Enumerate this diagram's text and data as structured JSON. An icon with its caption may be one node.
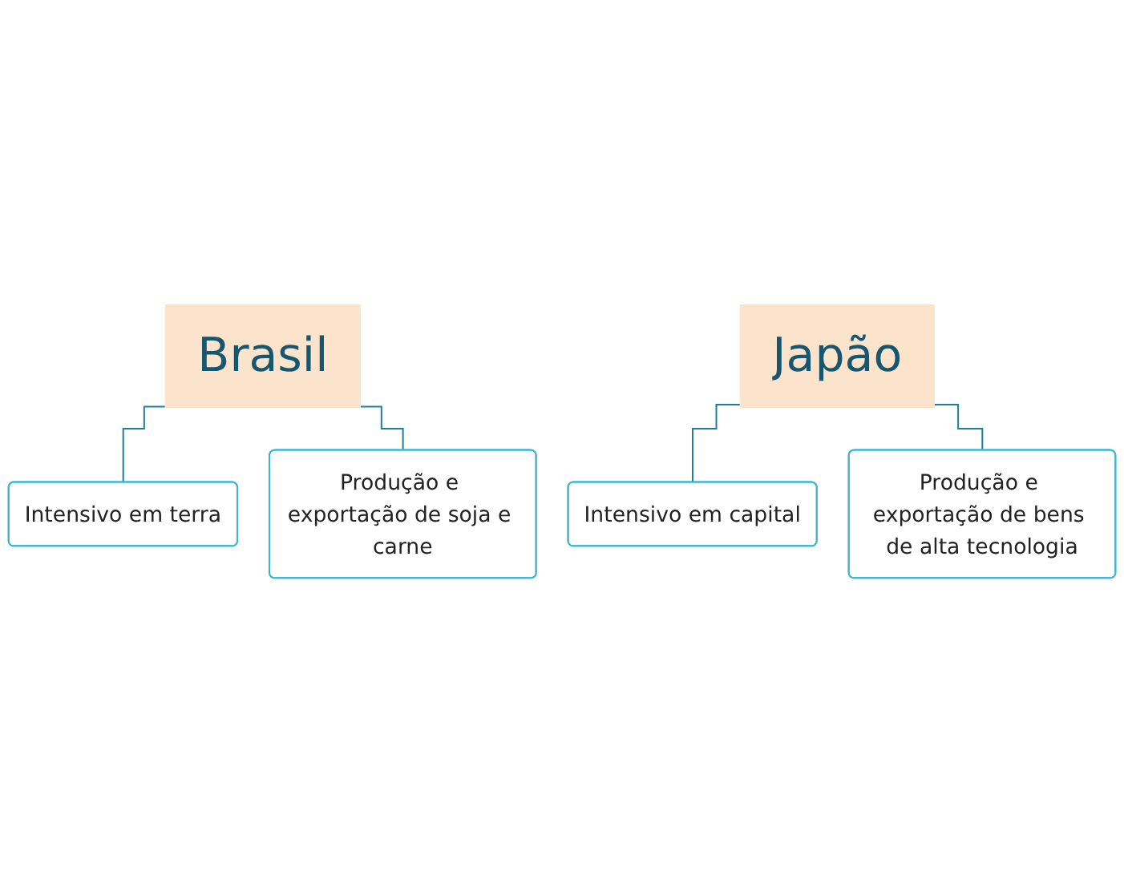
{
  "diagram": {
    "nodes": [
      {
        "text": [
          "Brasil"
        ]
      },
      {
        "text": [
          "Intensivo em terra"
        ]
      },
      {
        "text": [
          "Produção e exportação de soja e carne"
        ]
      },
      {
        "text": [
          "Japão"
        ]
      },
      {
        "text": [
          "Intensivo em capital"
        ]
      },
      {
        "text": [
          "Produção e exportação de bens de alta tecnologia"
        ]
      }
    ],
    "edges": [
      {
        "from": 0,
        "to": 1,
        "arrow": "none"
      },
      {
        "from": 0,
        "to": 2,
        "arrow": "none"
      },
      {
        "from": 3,
        "to": 4,
        "arrow": "none"
      },
      {
        "from": 3,
        "to": 5,
        "arrow": "none"
      }
    ]
  }
}
